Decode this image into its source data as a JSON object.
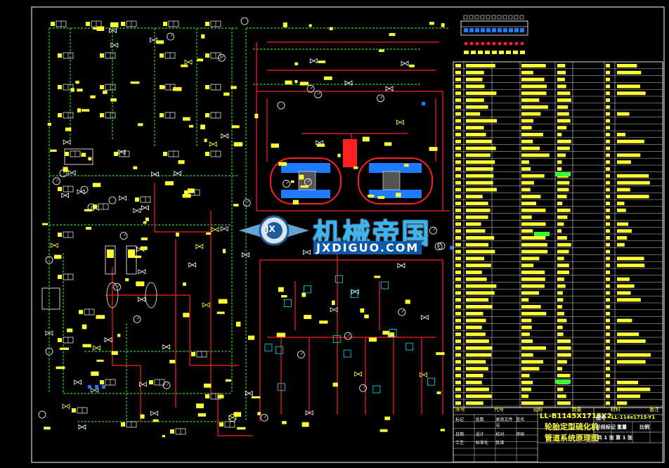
{
  "watermark": {
    "name": "机械帝国",
    "domain": "JXDIGUO.COM",
    "emblem_letter": "JX"
  },
  "title_block": {
    "model": "LL-B1145X1715X2",
    "machine": "轮胎定型硫化机",
    "drawing_title": "管道系统原理图",
    "header_cols": [
      "序号",
      "代号",
      "名称",
      "数量",
      "材料",
      "备注"
    ],
    "fields": [
      "标记",
      "处数",
      "更改文件号",
      "签名",
      "日期",
      "设计",
      "校对",
      "审核",
      "工艺",
      "标准化",
      "批准"
    ],
    "code_label": "图号",
    "code_value": "LL-114x1715-Y1",
    "stage_label": "阶段标记",
    "weight_label": "重量",
    "scale_label": "比例",
    "sheet_label": "共 1 张 第 1 张"
  },
  "colors": {
    "background": "#000000",
    "frame": "#ffffff",
    "pipe_red": "#ff2020",
    "pipe_green": "#33ff33",
    "symbol_white": "#ffffff",
    "text_yellow": "#ffff33",
    "accent_blue": "#1e7bff",
    "accent_cyan": "#00e5ff"
  }
}
